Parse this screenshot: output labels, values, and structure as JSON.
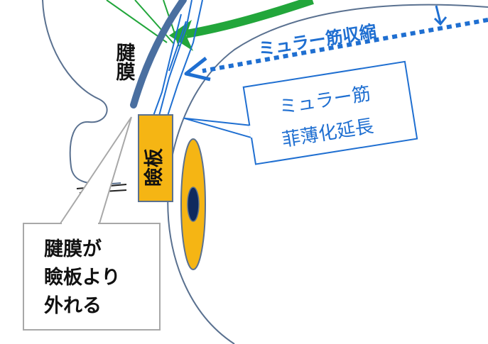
{
  "labels": {
    "aponeurosis": "腱膜",
    "tarsus": "瞼板",
    "muller_contraction": "ミュラー筋収縮",
    "muller_callout_line1": "ミュラー筋",
    "muller_callout_line2": "菲薄化延長",
    "aponeurosis_callout_line1": "腱膜が",
    "aponeurosis_callout_line2": "瞼板より",
    "aponeurosis_callout_line3": "外れる"
  },
  "colors": {
    "eyelid_outline": "#5a7190",
    "aponeurosis": "#4a6fa0",
    "muller_muscle": "#1f6fd1",
    "levator_green": "#22a63b",
    "contraction_arrow": "#1f6fd1",
    "tarsus_fill": "#f5b514",
    "cornea_fill": "#f5b514",
    "pupil_fill": "#0f2a5e",
    "callout_blue_border": "#1f6fd1",
    "callout_gray_border": "#a8a8a8",
    "text_dark": "#111111",
    "text_blue": "#1f6fd1"
  }
}
